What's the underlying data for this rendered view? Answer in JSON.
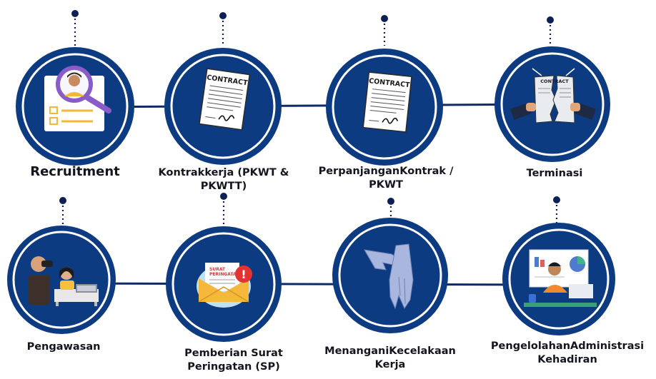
{
  "colors": {
    "navy": "#0d3b82",
    "navy_dark": "#0c1f57",
    "ring": "#ffffff",
    "connector": "#0e2a66"
  },
  "nodes": [
    {
      "label": "Recruitment",
      "icon": "recruitment-magnifier-icon"
    },
    {
      "label": "Kontrakkerja (PKWT & PKWTT)",
      "icon": "contract-document-icon"
    },
    {
      "label": "PerpanjanganKontrak / PKWT",
      "icon": "contract-document-icon"
    },
    {
      "label": "Terminasi",
      "icon": "torn-contract-icon"
    },
    {
      "label": "Pengawasan",
      "icon": "supervisor-binoculars-icon"
    },
    {
      "label": "Pemberian Surat Peringatan (SP)",
      "icon": "warning-letter-icon"
    },
    {
      "label": "MenanganiKecelakaan Kerja",
      "icon": "safety-glove-icon"
    },
    {
      "label": "PengelolahanAdministrasi Kehadiran",
      "icon": "attendance-admin-icon"
    }
  ],
  "texts": {
    "contract_word": "CONTRACT",
    "letter_word_1": "SURAT",
    "letter_word_2": "PERINGATAN",
    "alert_mark": "!"
  }
}
